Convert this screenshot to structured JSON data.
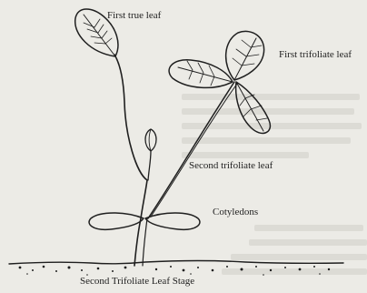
{
  "labels": {
    "first_true_leaf": "First true leaf",
    "first_trifoliate_leaf": "First trifoliate leaf",
    "second_trifoliate_leaf": "Second trifoliate leaf",
    "cotyledons": "Cotyledons"
  },
  "caption": "Second Trifoliate Leaf Stage",
  "colors": {
    "background": "#ecebe6",
    "ink": "#1f1f1f",
    "bleed_text": "#cfcdc6"
  }
}
